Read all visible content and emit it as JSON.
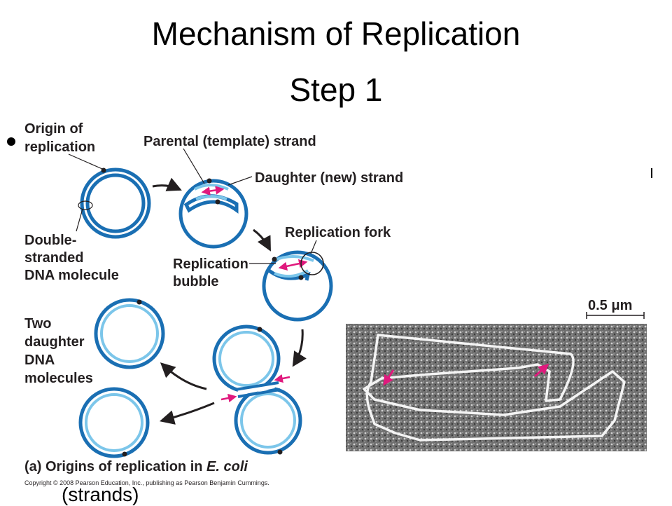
{
  "slide": {
    "title_line1": "Mechanism of Replication",
    "title_line2": "Step 1",
    "footer_text": "(strands)"
  },
  "figure": {
    "label_origin_l1": "Origin of",
    "label_origin_l2": "replication",
    "label_parental": "Parental (template) strand",
    "label_daughter": "Daughter (new) strand",
    "label_fork": "Replication fork",
    "label_bubble_l1": "Replication",
    "label_bubble_l2": "bubble",
    "label_ds_l1": "Double-",
    "label_ds_l2": "stranded",
    "label_ds_l3": "DNA molecule",
    "label_two_l1": "Two",
    "label_two_l2": "daughter",
    "label_two_l3": "DNA",
    "label_two_l4": "molecules",
    "caption_prefix": "(a) Origins of replication in ",
    "caption_species": "E. coli",
    "scale_label": "0.5 μm",
    "copyright": "Copyright © 2008 Pearson Education, Inc., publishing as Pearson Benjamin Cummings."
  },
  "colors": {
    "parental": "#1a6fb3",
    "daughter": "#7cc6ea",
    "arrow": "#e0197d",
    "ink": "#231f20"
  }
}
